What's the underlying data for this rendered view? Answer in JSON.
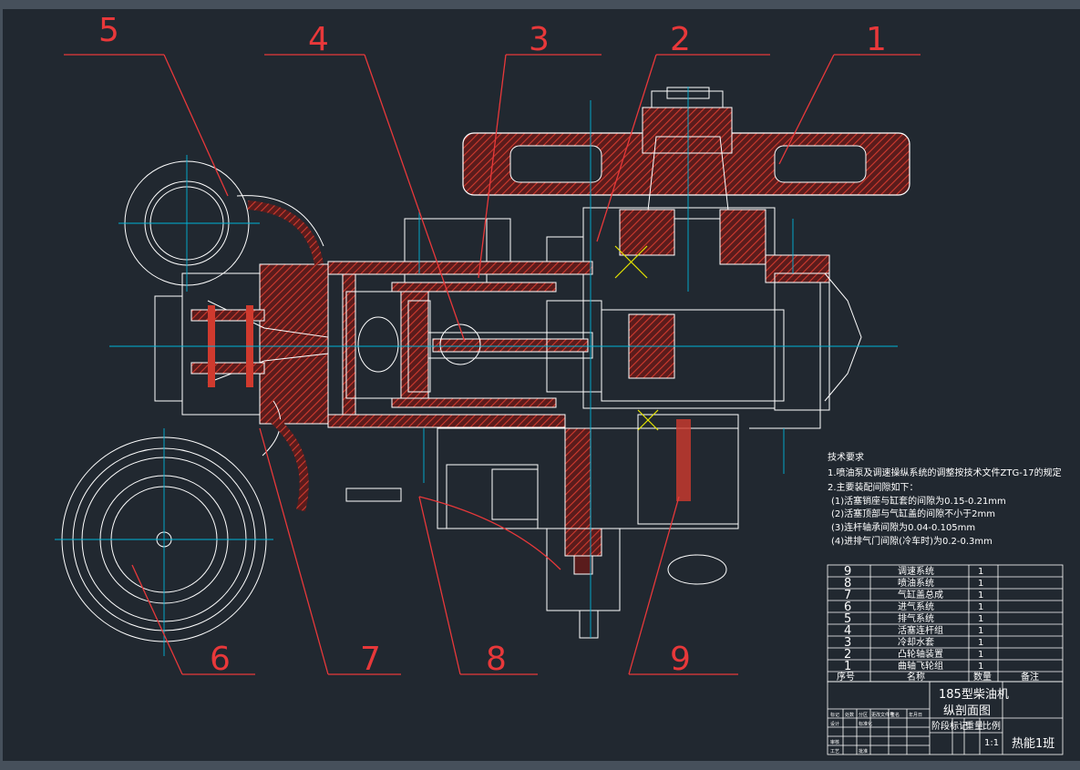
{
  "callouts": [
    "1",
    "2",
    "3",
    "4",
    "5",
    "6",
    "7",
    "8",
    "9"
  ],
  "tech_requirements": {
    "heading": "技术要求",
    "lines": [
      "1.喷油泵及调速操纵系统的调整按技术文件ZTG-17的规定",
      "2.主要装配间隙如下：",
      "(1)活塞销座与缸套的间隙为0.15-0.21mm",
      "(2)活塞顶部与气缸盖的间隙不小于2mm",
      "(3)连杆轴承间隙为0.04-0.105mm",
      "(4)进排气门间隙(冷车时)为0.2-0.3mm"
    ]
  },
  "parts_list": {
    "rows": [
      {
        "no": "9",
        "name": "调速系统",
        "qty": "1"
      },
      {
        "no": "8",
        "name": "喷油系统",
        "qty": "1"
      },
      {
        "no": "7",
        "name": "气缸盖总成",
        "qty": "1"
      },
      {
        "no": "6",
        "name": "进气系统",
        "qty": "1"
      },
      {
        "no": "5",
        "name": "排气系统",
        "qty": "1"
      },
      {
        "no": "4",
        "name": "活塞连杆组",
        "qty": "1"
      },
      {
        "no": "3",
        "name": "冷却水套",
        "qty": "1"
      },
      {
        "no": "2",
        "name": "凸轮轴装置",
        "qty": "1"
      },
      {
        "no": "1",
        "name": "曲轴飞轮组",
        "qty": "1"
      }
    ],
    "headers": {
      "no": "序号",
      "name": "名称",
      "qty": "数量",
      "remark": "备注"
    }
  },
  "title_block": {
    "title": "185型柴油机",
    "subtitle": "纵剖面图",
    "stage_label": "阶段标记",
    "weight_label": "重量",
    "scale_label": "比例",
    "scale_value": "1:1",
    "group": "热能1班",
    "small_cells": [
      "标记",
      "处数",
      "分区",
      "更改文件号",
      "签名",
      "年月日",
      "设计",
      "标准化",
      "审核",
      "工艺",
      "批准"
    ]
  },
  "colors": {
    "background": "#212830",
    "section_hatch": "#c0392b",
    "outline": "#ffffff",
    "centerline": "#00b4d8",
    "leader": "#e8383a",
    "accent_yellow": "#e6e600"
  }
}
